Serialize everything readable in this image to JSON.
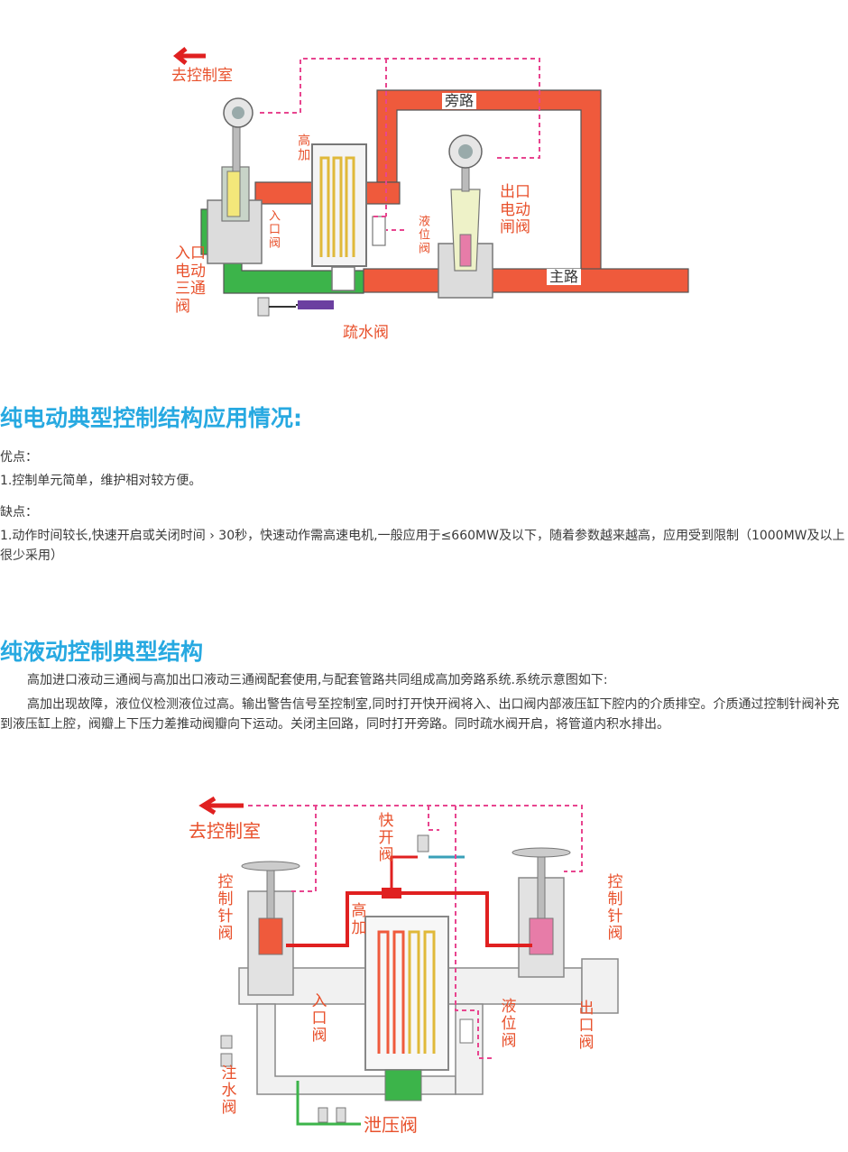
{
  "diagram1": {
    "label_to_control_room": "去控制室",
    "label_bypass": "旁路",
    "label_main_line": "主路",
    "label_heater": "高加",
    "label_inlet_valve": "入口阀",
    "label_level_gauge": "液位阀",
    "label_outlet_valve": "出口电动闸阀",
    "label_inlet_3way": "入口电动三通阀",
    "label_drain_valve": "疏水阀"
  },
  "section1": {
    "heading": "纯电动典型控制结构应用情况:",
    "pros_label": "优点：",
    "pros_item1": "1.控制单元简单，维护相对较方便。",
    "cons_label": "缺点：",
    "cons_item1": "1.动作时间较长,快速开启或关闭时间 › 30秒，快速动作需高速电机,一般应用于≤660MW及以下，随着参数越来越高，应用受到限制（1000MW及以上很少采用）"
  },
  "section2": {
    "heading": "纯液动控制典型结构",
    "para1": "高加进口液动三通阀与高加出口液动三通阀配套使用,与配套管路共同组成高加旁路系统.系统示意图如下:",
    "para2": "高加出现故障，液位仪检测液位过高。输出警告信号至控制室,同时打开快开阀将入、出口阀内部液压缸下腔内的介质排空。介质通过控制针阀补充到液压缸上腔，阀瓣上下压力差推动阀瓣向下运动。关闭主回路，同时打开旁路。同时疏水阀开启，将管道内积水排出。"
  },
  "diagram2": {
    "label_to_control_room": "去控制室",
    "label_quick_open": "快开阀",
    "label_control_needle_left": "控制针阀",
    "label_control_needle_right": "控制针阀",
    "label_heater": "高加",
    "label_inlet_valve": "入口阀",
    "label_level_gauge": "液位阀",
    "label_outlet_valve": "出口阀",
    "label_injection_valve": "注水阀",
    "label_relief_valve": "泄压阀"
  },
  "colors": {
    "pipe_red": "#ef5a3c",
    "pipe_green": "#3cb44a",
    "signal_pink": "#e8458f",
    "heading_blue": "#27a9e1",
    "label_orange": "#e8512c"
  }
}
